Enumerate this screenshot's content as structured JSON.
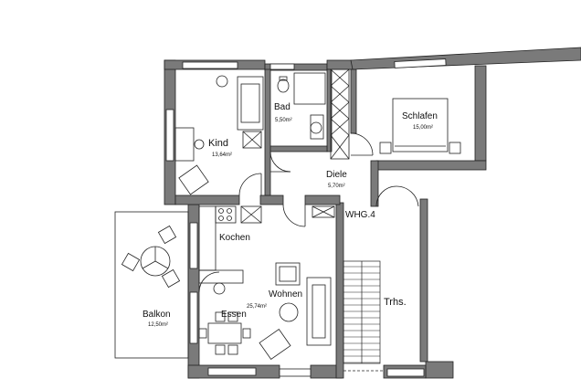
{
  "rooms": {
    "kind": {
      "name": "Kind",
      "area": "13,64m²"
    },
    "bad": {
      "name": "Bad",
      "area": "5,50m²"
    },
    "schlafen": {
      "name": "Schlafen",
      "area": "15,00m²"
    },
    "diele": {
      "name": "Diele",
      "area": "5,70m²"
    },
    "kochen": {
      "name": "Kochen"
    },
    "wohnen": {
      "name": "Wohnen"
    },
    "wohnen_area": "25,74m²",
    "essen": {
      "name": "Essen"
    },
    "balkon": {
      "name": "Balkon",
      "area": "12,50m²"
    },
    "treppenhaus": {
      "name": "Trhs."
    }
  },
  "unit_label": "WHG.4",
  "colors": {
    "wall": "#777777",
    "line": "#222222",
    "background": "#ffffff"
  }
}
